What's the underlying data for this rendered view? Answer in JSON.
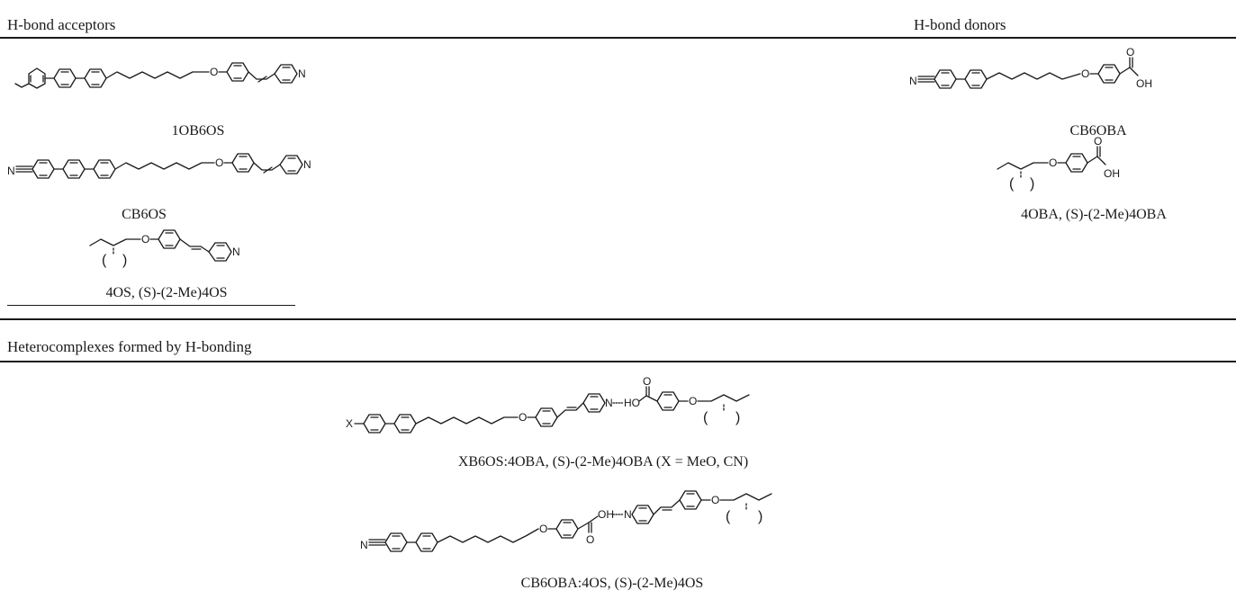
{
  "sections": {
    "acceptors": "H-bond acceptors",
    "donors": "H-bond donors",
    "complexes": "Heterocomplexes formed by H-bonding"
  },
  "captions": {
    "m1": "1OB6OS",
    "m2": "CB6OS",
    "m3": "4OS, (S)-(2-Me)4OS",
    "m4": "CB6OBA",
    "m5": "4OBA, (S)-(2-Me)4OBA",
    "c1": "XB6OS:4OBA, (S)-(2-Me)4OBA (X = MeO, CN)",
    "c2": "CB6OBA:4OS, (S)-(2-Me)4OS"
  },
  "atoms": {
    "O": "O",
    "N": "N",
    "OH": "OH",
    "HO": "HO",
    "X": "X",
    "H": "H"
  }
}
